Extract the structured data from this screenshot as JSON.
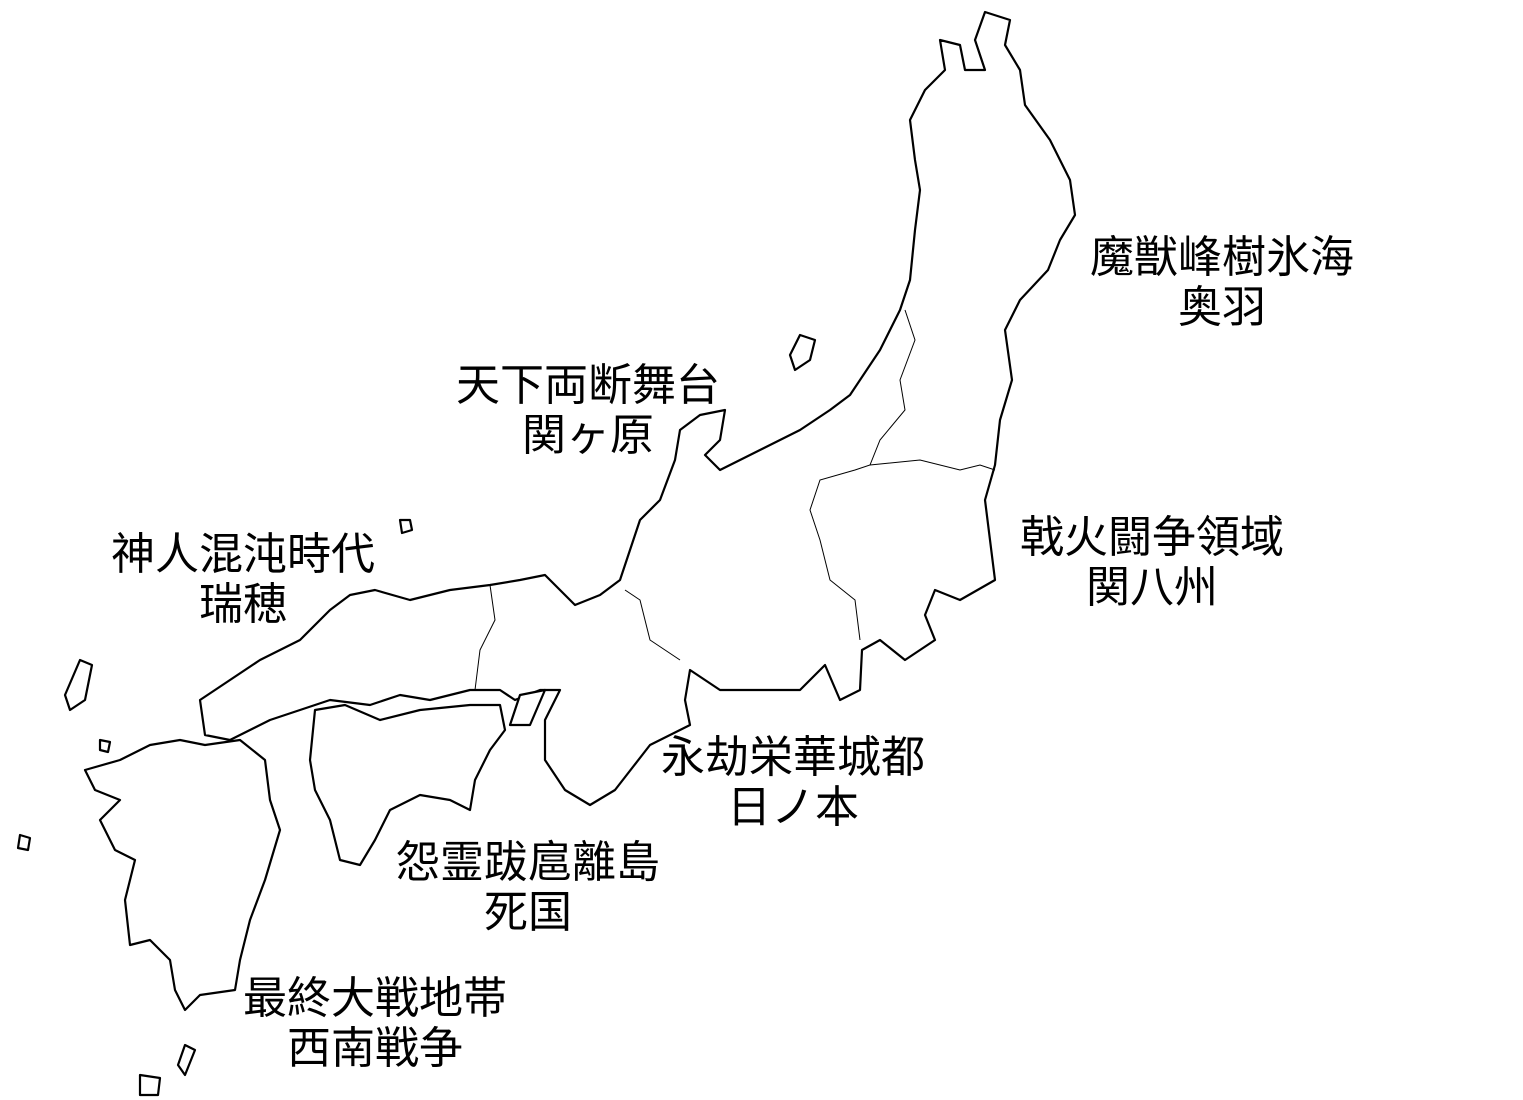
{
  "map": {
    "regions": [
      {
        "id": "ou",
        "name": "魔獣峰樹氷海",
        "subname": "奥羽"
      },
      {
        "id": "sekigahara",
        "name": "天下両断舞台",
        "subname": "関ヶ原"
      },
      {
        "id": "mizuho",
        "name": "神人混沌時代",
        "subname": "瑞穂"
      },
      {
        "id": "kanhasshu",
        "name": "戟火闘争領域",
        "subname": "関八州"
      },
      {
        "id": "hinomoto",
        "name": "永劫栄華城都",
        "subname": "日ノ本"
      },
      {
        "id": "shikoku",
        "name": "怨霊跋扈離島",
        "subname": "死国"
      },
      {
        "id": "seinan",
        "name": "最終大戦地帯",
        "subname": "西南戦争"
      }
    ]
  }
}
